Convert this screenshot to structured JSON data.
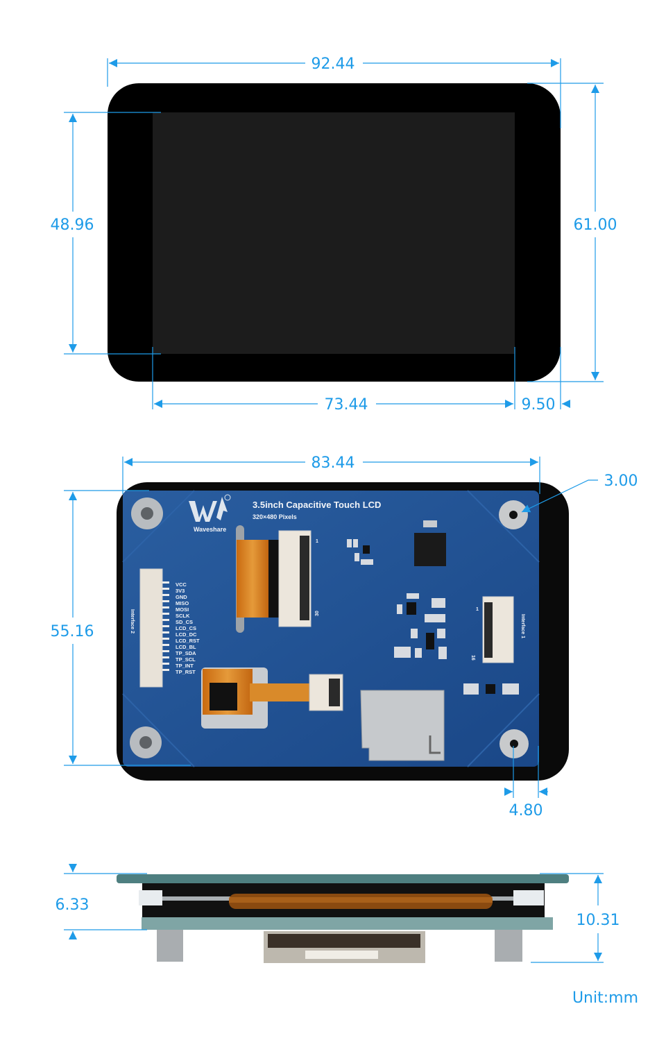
{
  "colors": {
    "dimension": "#1e9be8",
    "pcb": "#1f4f8f",
    "bezel": "#000000",
    "screen": "#1c1c1c"
  },
  "front_view": {
    "overall_width": "92.44",
    "active_area_height": "48.96",
    "overall_height": "61.00",
    "active_area_width": "73.44",
    "bezel_right": "9.50"
  },
  "back_view": {
    "hole_span_width": "83.44",
    "hole_span_height": "55.16",
    "hole_diameter": "3.00",
    "hole_edge_offset": "4.80",
    "pcb": {
      "title": "3.5inch Capacitive Touch LCD",
      "subtitle": "320×480 Pixels",
      "brand": "Waveshare",
      "interface2_label": "Interface 2",
      "interface1_label": "Interface 1",
      "pin_labels": [
        "VCC",
        "3V3",
        "GND",
        "MISO",
        "MOSI",
        "SCLK",
        "SD_CS",
        "LCD_CS",
        "LCD_DC",
        "LCD_RST",
        "LCD_BL",
        "TP_SDA",
        "TP_SCL",
        "TP_INT",
        "TP_RST"
      ],
      "fpc_pin_first": "1",
      "fpc_pin_last": "30",
      "interface1_pin_first": "1",
      "interface1_pin_last": "16"
    }
  },
  "side_view": {
    "standoff_height": "6.33",
    "overall_thickness": "10.31"
  },
  "unit": "Unit:mm"
}
